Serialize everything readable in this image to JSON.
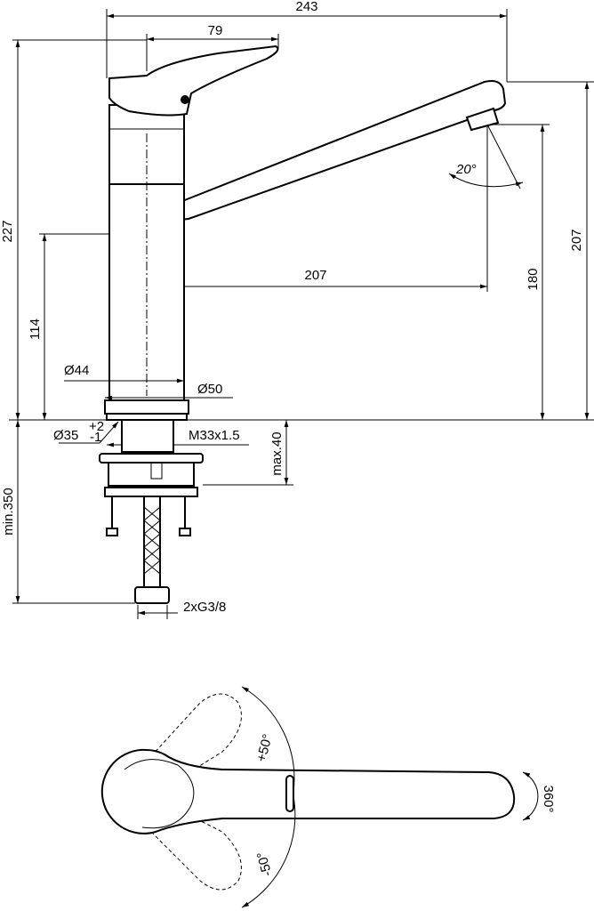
{
  "dimensions": {
    "overall_width": "243",
    "handle_length": "79",
    "overall_height": "227",
    "spout_height": "207",
    "outlet_height": "180",
    "spout_reach": "207",
    "handle_height": "114",
    "body_diameter": "Ø44",
    "base_diameter": "Ø50",
    "hole_diameter": "Ø35",
    "hole_tol_plus": "+2",
    "hole_tol_minus": "-1",
    "thread": "M33x1.5",
    "max_thickness": "max.40",
    "min_hose": "min.350",
    "connection": "2xG3/8",
    "aerator_angle": "20°",
    "lever_plus": "+50°",
    "lever_minus": "-50°",
    "spout_rotation": "360°"
  }
}
